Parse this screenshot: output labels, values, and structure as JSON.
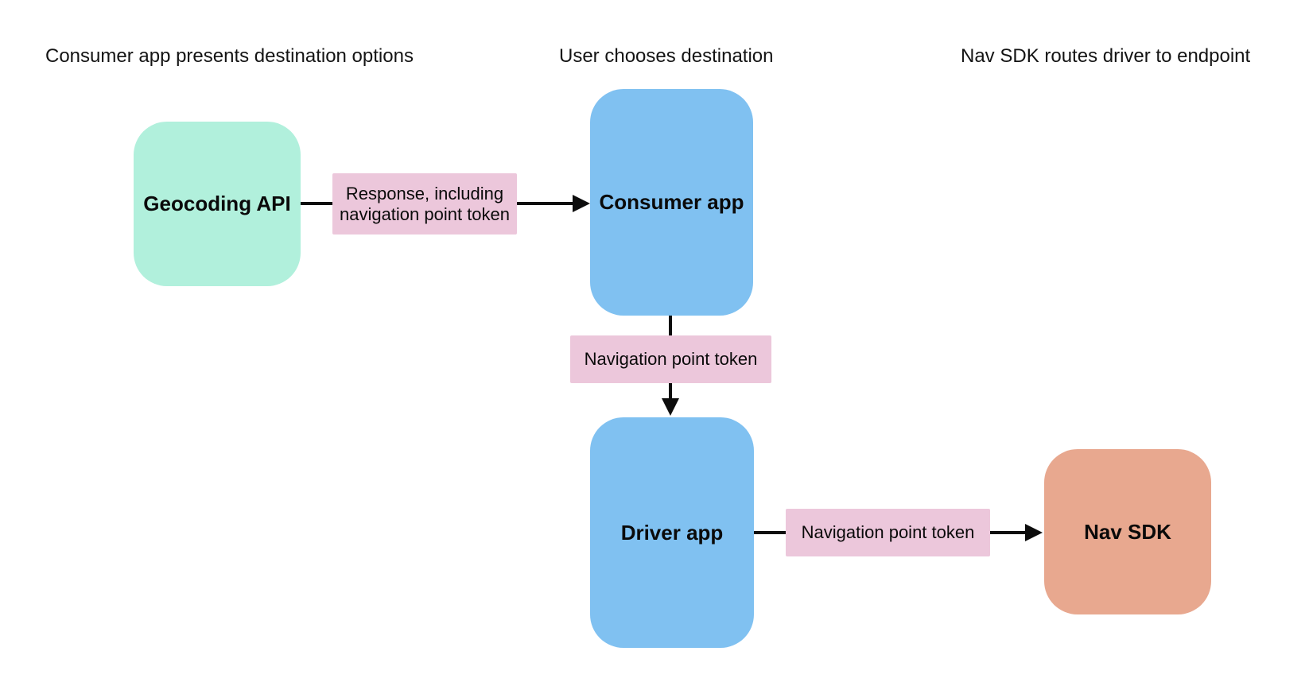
{
  "diagram": {
    "headers": {
      "step1": "Consumer app presents destination options",
      "step2": "User chooses destination",
      "step3": "Nav SDK routes driver to endpoint"
    },
    "nodes": {
      "geocoding_api": {
        "label": "Geocoding API",
        "color": "#b1f0dc"
      },
      "consumer_app": {
        "label": "Consumer app",
        "color": "#80c1f1"
      },
      "driver_app": {
        "label": "Driver app",
        "color": "#80c1f1"
      },
      "nav_sdk": {
        "label": "Nav SDK",
        "color": "#e8a88f"
      }
    },
    "edges": {
      "geocoding_to_consumer": {
        "label": "Response, including navigation point token",
        "color": "#ecc7db"
      },
      "consumer_to_driver": {
        "label": "Navigation point token",
        "color": "#ecc7db"
      },
      "driver_to_navsdk": {
        "label": "Navigation point token",
        "color": "#ecc7db"
      }
    },
    "colors": {
      "arrow": "#0d0d0d",
      "background": "#ffffff",
      "text": "#111111"
    }
  }
}
